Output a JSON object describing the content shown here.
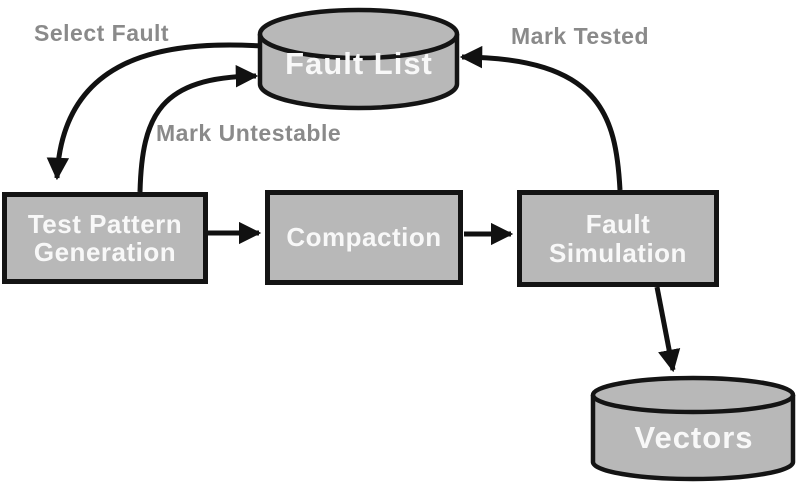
{
  "diagram": {
    "type": "flow-diagram",
    "subject": "ATPG test pattern generation flow",
    "colors": {
      "background": "#ffffff",
      "node_fill": "#b8b8b8",
      "node_border": "#141414",
      "node_text": "#f8f8f8",
      "edge_label_text": "#8a8a8a",
      "arrow": "#111111"
    },
    "nodes": [
      {
        "id": "fault-list",
        "type": "data-store-cylinder",
        "label": "Fault List"
      },
      {
        "id": "test-pattern-generation",
        "type": "process-box",
        "label": "Test Pattern Generation"
      },
      {
        "id": "compaction",
        "type": "process-box",
        "label": "Compaction"
      },
      {
        "id": "fault-simulation",
        "type": "process-box",
        "label": "Fault Simulation"
      },
      {
        "id": "vectors",
        "type": "data-store-cylinder",
        "label": "Vectors"
      }
    ],
    "edges": [
      {
        "from": "fault-list",
        "to": "test-pattern-generation",
        "label": "Select Fault"
      },
      {
        "from": "test-pattern-generation",
        "to": "fault-list",
        "label": "Mark Untestable"
      },
      {
        "from": "test-pattern-generation",
        "to": "compaction",
        "label": ""
      },
      {
        "from": "compaction",
        "to": "fault-simulation",
        "label": ""
      },
      {
        "from": "fault-simulation",
        "to": "fault-list",
        "label": "Mark Tested"
      },
      {
        "from": "fault-simulation",
        "to": "vectors",
        "label": ""
      }
    ]
  }
}
